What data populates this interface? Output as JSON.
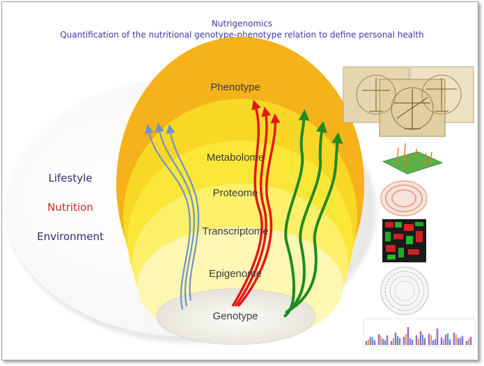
{
  "header": {
    "title": "Nutrigenomics",
    "subtitle": "Quantification of the nutritional genotype-phenotype relation to define personal health"
  },
  "factors": {
    "lifestyle": "Lifestyle",
    "nutrition": "Nutrition",
    "environment": "Environment"
  },
  "layers": {
    "phenotype": "Phenotype",
    "metabolome": "Metabolome",
    "proteome": "Proteome",
    "transcriptome": "Transcriptome",
    "epigenome": "Epigenome",
    "genotype": "Genotype"
  },
  "colors": {
    "title": "#3a3aa8",
    "factor_text": "#2b2f6b",
    "nutrition": "#cc2222",
    "arrow_blue": "#6f93c9",
    "arrow_red": "#e01818",
    "arrow_green": "#1f8a1f",
    "phenotype_layer": "#f5b21a",
    "metabolome_layer": "#f9d726",
    "proteome_layer": "#fbe737",
    "transcriptome_layer": "#fdf06b",
    "epigenome_layer": "#fdf7b3"
  },
  "icons": [
    "vitruvian-man-image",
    "mass-spectrum-image",
    "protein-network-image",
    "expression-heatmap-image",
    "circular-genome-plot-image",
    "manhattan-plot-image"
  ]
}
